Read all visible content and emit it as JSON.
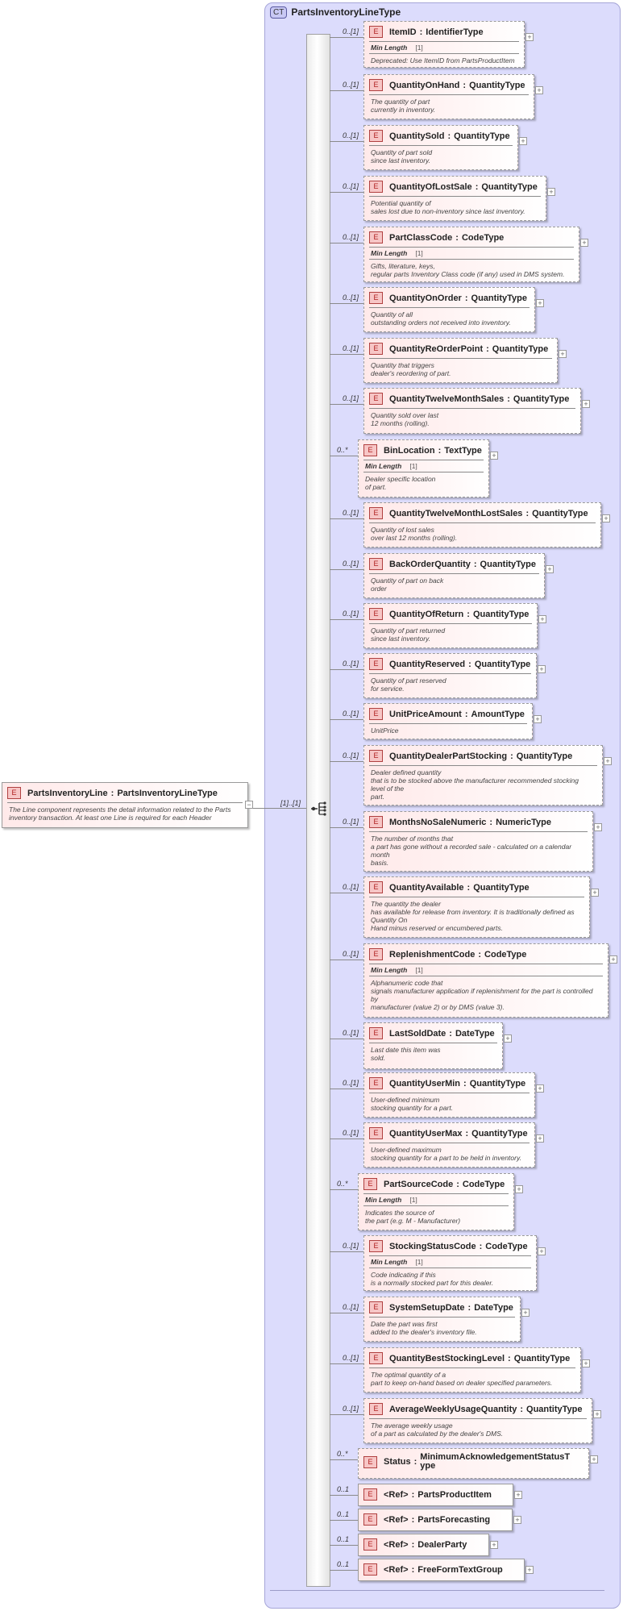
{
  "complex_type": {
    "badge": "CT",
    "name": "PartsInventoryLineType"
  },
  "root": {
    "badge": "E",
    "name": "PartsInventoryLine",
    "type": "PartsInventoryLineType",
    "doc": "The Line component represents the detail information related to the Parts\ninventory transaction.  At least one Line is required for each Header",
    "multiplicity": "[1]..[1]"
  },
  "elements": [
    {
      "mult": "0..[1]",
      "name": "ItemID",
      "type": "IdentifierType",
      "attr": "Min Length",
      "attr_val": "[1]",
      "doc": "Deprecated: Use ItemID from PartsProductItem"
    },
    {
      "mult": "0..[1]",
      "name": "QuantityOnHand",
      "type": "QuantityType",
      "doc": "The quantity of part\ncurrently in inventory."
    },
    {
      "mult": "0..[1]",
      "name": "QuantitySold",
      "type": "QuantityType",
      "doc": "Quantity of part sold\nsince last inventory."
    },
    {
      "mult": "0..[1]",
      "name": "QuantityOfLostSale",
      "type": "QuantityType",
      "doc": "Potential quantity of\nsales lost due to non-inventory since last inventory."
    },
    {
      "mult": "0..[1]",
      "name": "PartClassCode",
      "type": "CodeType",
      "attr": "Min Length",
      "attr_val": "[1]",
      "doc": "Gifts, literature, keys,\nregular parts Inventory Class code (if any) used in DMS system."
    },
    {
      "mult": "0..[1]",
      "name": "QuantityOnOrder",
      "type": "QuantityType",
      "doc": "Quantity of all\noutstanding orders not received into inventory."
    },
    {
      "mult": "0..[1]",
      "name": "QuantityReOrderPoint",
      "type": "QuantityType",
      "doc": "Quantity that triggers\ndealer's reordering of part."
    },
    {
      "mult": "0..[1]",
      "name": "QuantityTwelveMonthSales",
      "type": "QuantityType",
      "doc": "Quantity sold over last\n12 months (rolling)."
    },
    {
      "mult": "0..*",
      "name": "BinLocation",
      "type": "TextType",
      "attr": "Min Length",
      "attr_val": "[1]",
      "doc": "Dealer specific location\nof part."
    },
    {
      "mult": "0..[1]",
      "name": "QuantityTwelveMonthLostSales",
      "type": "QuantityType",
      "doc": "Quantity of lost sales\nover last 12 months (rolling)."
    },
    {
      "mult": "0..[1]",
      "name": "BackOrderQuantity",
      "type": "QuantityType",
      "doc": "Quantity of part on back\norder"
    },
    {
      "mult": "0..[1]",
      "name": "QuantityOfReturn",
      "type": "QuantityType",
      "doc": "Quantity of part returned\nsince last inventory."
    },
    {
      "mult": "0..[1]",
      "name": "QuantityReserved",
      "type": "QuantityType",
      "doc": "Quantity of part reserved\nfor service."
    },
    {
      "mult": "0..[1]",
      "name": "UnitPriceAmount",
      "type": "AmountType",
      "doc": "UnitPrice"
    },
    {
      "mult": "0..[1]",
      "name": "QuantityDealerPartStocking",
      "type": "QuantityType",
      "doc": "Dealer defined quantity\n      that is to be stocked above the manufacturer recommended stocking\nlevel of the\npart."
    },
    {
      "mult": "0..[1]",
      "name": "MonthsNoSaleNumeric",
      "type": "NumericType",
      "doc": "The number of months that\n      a part has gone without a recorded sale - calculated on a calendar\nmonth\nbasis."
    },
    {
      "mult": "0..[1]",
      "name": "QuantityAvailable",
      "type": "QuantityType",
      "doc": "The quantity the dealer\nhas available for release from inventory. It is traditionally defined as\nQuantity On\nHand minus reserved or encumbered parts."
    },
    {
      "mult": "0..[1]",
      "name": "ReplenishmentCode",
      "type": "CodeType",
      "attr": "Min Length",
      "attr_val": "[1]",
      "doc": "Alphanumeric code that\nsignals manufacturer application if replenishment for the part is controlled\nby\nmanufacturer (value 2) or by DMS (value 3)."
    },
    {
      "mult": "0..[1]",
      "name": "LastSoldDate",
      "type": "DateType",
      "doc": "Last date this item was\nsold."
    },
    {
      "mult": "0..[1]",
      "name": "QuantityUserMin",
      "type": "QuantityType",
      "doc": "User-defined minimum\nstocking quantity for a part."
    },
    {
      "mult": "0..[1]",
      "name": "QuantityUserMax",
      "type": "QuantityType",
      "doc": "User-defined maximum\nstocking quantity for a part to be held in inventory."
    },
    {
      "mult": "0..*",
      "name": "PartSourceCode",
      "type": "CodeType",
      "attr": "Min Length",
      "attr_val": "[1]",
      "doc": "Indicates the source of\nthe part (e.g. M - Manufacturer)"
    },
    {
      "mult": "0..[1]",
      "name": "StockingStatusCode",
      "type": "CodeType",
      "attr": "Min Length",
      "attr_val": "[1]",
      "doc": "Code indicating if this\nis a normally stocked part for this dealer."
    },
    {
      "mult": "0..[1]",
      "name": "SystemSetupDate",
      "type": "DateType",
      "doc": "Date the part was first\nadded to the dealer's inventory file."
    },
    {
      "mult": "0..[1]",
      "name": "QuantityBestStockingLevel",
      "type": "QuantityType",
      "doc": "The optimal quantity of a\npart to keep on-hand based on dealer specified parameters."
    },
    {
      "mult": "0..[1]",
      "name": "AverageWeeklyUsageQuantity",
      "type": "QuantityType",
      "doc": "The average weekly usage\nof a part as calculated by the dealer's DMS."
    },
    {
      "mult": "0..*",
      "name": "Status",
      "type": "MinimumAcknowledgementStatusT\nype",
      "doc": ""
    },
    {
      "mult": "0..1",
      "name": "<Ref>",
      "type": "PartsProductItem",
      "doc": ""
    },
    {
      "mult": "0..1",
      "name": "<Ref>",
      "type": "PartsForecasting",
      "doc": ""
    },
    {
      "mult": "0..1",
      "name": "<Ref>",
      "type": "DealerParty",
      "doc": ""
    },
    {
      "mult": "0..1",
      "name": "<Ref>",
      "type": "FreeFormTextGroup",
      "doc": ""
    }
  ]
}
